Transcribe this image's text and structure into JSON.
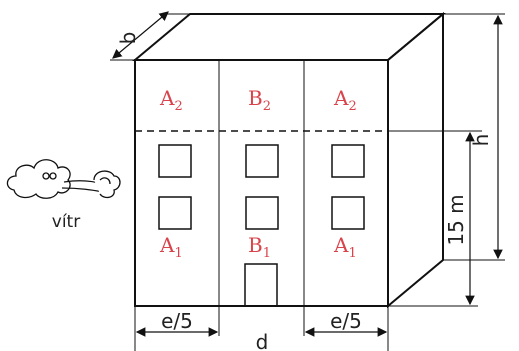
{
  "labels": {
    "b": "b",
    "h": "h",
    "d": "d",
    "e5_left": "e/5",
    "e5_right": "e/5",
    "height_15m": "15 m",
    "wind": "vítr"
  },
  "zones": {
    "upper_left": {
      "letter": "A",
      "index": "2"
    },
    "upper_mid": {
      "letter": "B",
      "index": "2"
    },
    "upper_right": {
      "letter": "A",
      "index": "2"
    },
    "lower_left": {
      "letter": "A",
      "index": "1"
    },
    "lower_mid": {
      "letter": "B",
      "index": "1"
    },
    "lower_right": {
      "letter": "A",
      "index": "1"
    }
  },
  "colors": {
    "zone_label": "#d9434b",
    "line": "#111111"
  }
}
